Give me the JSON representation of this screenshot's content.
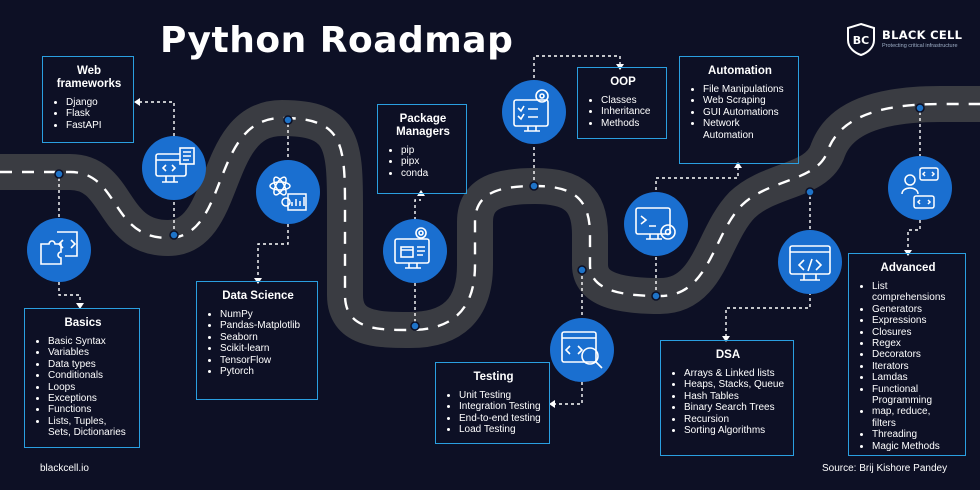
{
  "title": "Python Roadmap",
  "brand": {
    "name": "BLACK CELL",
    "tagline": "Protecting critical infrastructure",
    "logo_text": "BC"
  },
  "footer": {
    "site": "blackcell.io",
    "source": "Source: Brij Kishore Pandey"
  },
  "boxes": {
    "web": {
      "heading": "Web frameworks",
      "items": [
        "Django",
        "Flask",
        "FastAPI"
      ]
    },
    "basics": {
      "heading": "Basics",
      "items": [
        "Basic Syntax",
        "Variables",
        "Data types",
        "Conditionals",
        "Loops",
        "Exceptions",
        "Functions",
        "Lists, Tuples, Sets, Dictionaries"
      ]
    },
    "ds": {
      "heading": "Data Science",
      "items": [
        "NumPy",
        "Pandas-Matplotlib",
        "Seaborn",
        "Scikit-learn",
        "TensorFlow",
        "Pytorch"
      ]
    },
    "pkg": {
      "heading": "Package Managers",
      "items": [
        "pip",
        "pipx",
        "conda"
      ]
    },
    "testing": {
      "heading": "Testing",
      "items": [
        "Unit Testing",
        "Integration Testing",
        "End-to-end testing",
        "Load Testing"
      ]
    },
    "oop": {
      "heading": "OOP",
      "items": [
        "Classes",
        "Inheritance",
        "Methods"
      ]
    },
    "automation": {
      "heading": "Automation",
      "items": [
        "File Manipulations",
        "Web Scraping",
        "GUI Automations",
        "Network Automation"
      ]
    },
    "dsa": {
      "heading": "DSA",
      "items": [
        "Arrays & Linked lists",
        "Heaps, Stacks, Queue",
        "Hash Tables",
        "Binary Search Trees",
        "Recursion",
        "Sorting Algorithms"
      ]
    },
    "advanced": {
      "heading": "Advanced",
      "items": [
        "List comprehensions",
        "Generators",
        "Expressions",
        "Closures",
        "Regex",
        "Decorators",
        "Iterators",
        "Lamdas",
        "Functional Programming",
        "map, reduce, filters",
        "Threading",
        "Magic Methods"
      ]
    }
  },
  "icons": {
    "basics": "puzzle-code-icon",
    "web": "browser-monitor-icon",
    "ds": "atom-chart-icon",
    "pkg": "package-monitor-icon",
    "testing": "code-magnifier-icon",
    "oop": "gear-checklist-monitor-icon",
    "automation": "terminal-gear-monitor-icon",
    "dsa": "code-monitor-icon",
    "advanced": "code-chat-avatars-icon"
  },
  "colors": {
    "background": "#0d1025",
    "road": "#3a3c42",
    "road_dash": "#ffffff",
    "accent": "#1976d2",
    "box_border": "#2a9fe0",
    "dot": "#1e73c8"
  }
}
